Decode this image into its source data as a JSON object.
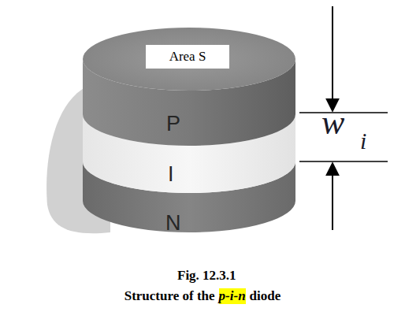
{
  "diagram": {
    "caption": "Fig. 12.3.1",
    "nodes": [
      {
        "text": [
          "Area S"
        ]
      }
    ],
    "labels": [
      "P",
      "I",
      "N",
      "w",
      "i",
      "Structure of the",
      "p-i-n",
      "diode"
    ]
  }
}
